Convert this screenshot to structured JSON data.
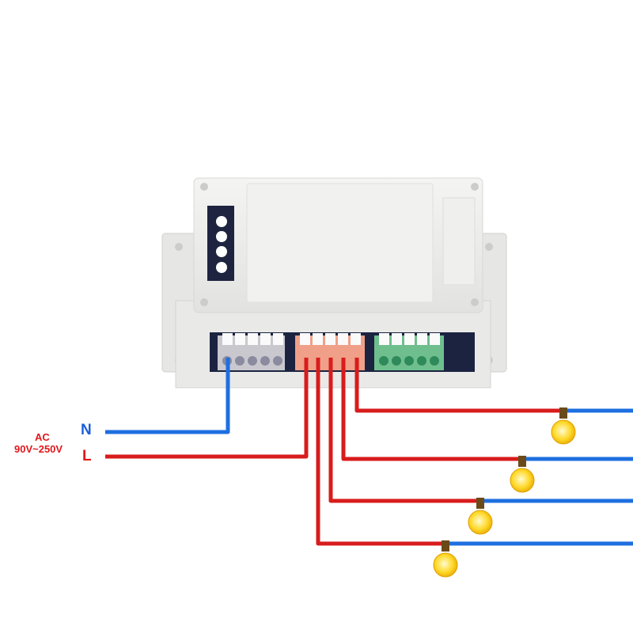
{
  "labels": {
    "ac": "AC",
    "voltage": "90V~250V",
    "neutral": "N",
    "live": "L"
  },
  "colors": {
    "neutral_wire": "#1e6fe0",
    "live_wire": "#d81c1c",
    "label_red": "#e0181c",
    "label_blue": "#1a5fd8"
  },
  "outputs": 4
}
